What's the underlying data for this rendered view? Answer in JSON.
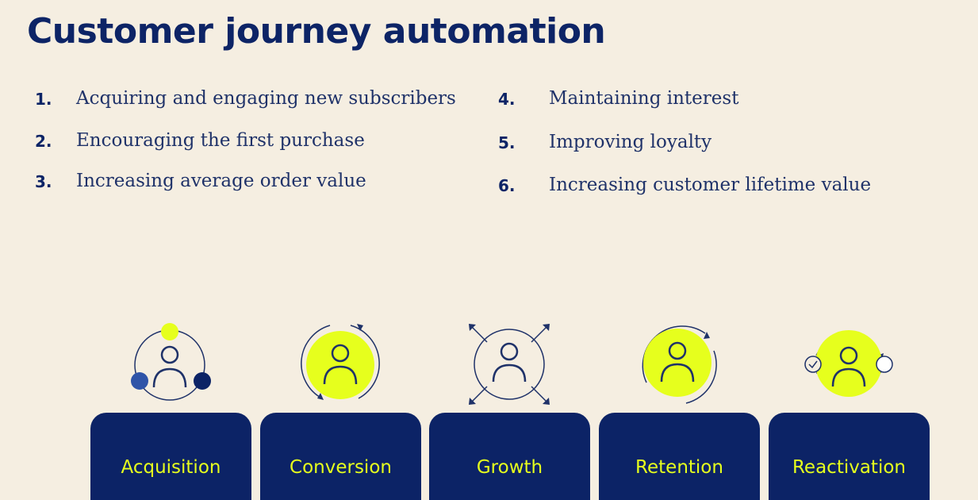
{
  "title": "Customer journey automation",
  "left_list": [
    {
      "num": "1.",
      "text": "Acquiring and engaging new subscribers"
    },
    {
      "num": "2.",
      "text": "Encouraging the first purchase"
    },
    {
      "num": "3.",
      "text": "Increasing average order value"
    }
  ],
  "right_list": [
    {
      "num": "4.",
      "text": "Maintaining interest"
    },
    {
      "num": "5.",
      "text": "Improving loyalty"
    },
    {
      "num": "6.",
      "text": "Increasing customer lifetime value"
    }
  ],
  "stages": [
    {
      "label": "Acquisition",
      "icon": "user-network-icon"
    },
    {
      "label": "Conversion",
      "icon": "user-cycle-icon"
    },
    {
      "label": "Growth",
      "icon": "user-expand-icon"
    },
    {
      "label": "Retention",
      "icon": "user-refresh-icon"
    },
    {
      "label": "Reactivation",
      "icon": "user-reactivate-icon"
    }
  ],
  "colors": {
    "background": "#f5eee1",
    "navy": "#0c2366",
    "accent": "#e6ff1d"
  }
}
